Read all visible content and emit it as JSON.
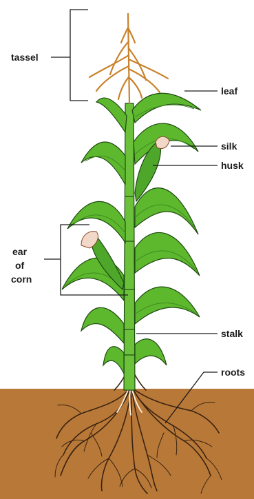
{
  "diagram": {
    "colors": {
      "soil": "#b87838",
      "leaf": "#5db82e",
      "tassel": "#c9822b",
      "root": "#3a2310"
    },
    "labels": {
      "tassel": "tassel",
      "leaf": "leaf",
      "silk": "silk",
      "husk": "husk",
      "ear_line1": "ear",
      "ear_line2": "of",
      "ear_line3": "corn",
      "stalk": "stalk",
      "roots": "roots"
    }
  }
}
